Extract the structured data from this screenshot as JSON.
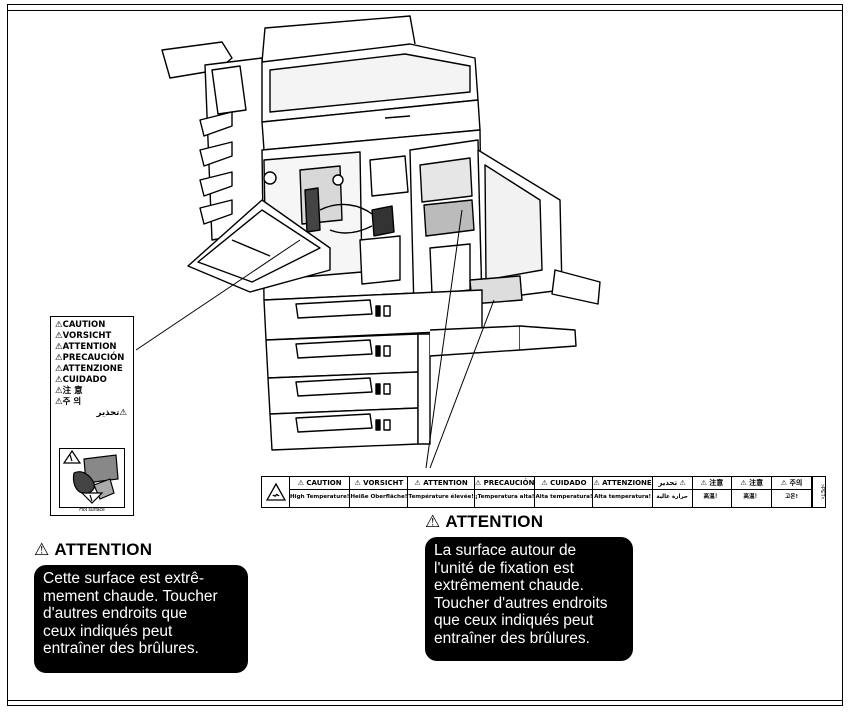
{
  "vertical_label": {
    "lines": [
      "⚠CAUTION",
      "⚠VORSICHT",
      "⚠ATTENTION",
      "⚠PRECAUCIÓN",
      "⚠ATTENZIONE",
      "⚠CUIDADO",
      "⚠注 意",
      "⚠주 의",
      "تحذير⚠"
    ],
    "ref": "Hot surface"
  },
  "horizontal_label": {
    "cells": [
      {
        "top": "⚠ CAUTION",
        "bottom": "High Temperature!"
      },
      {
        "top": "⚠ VORSICHT",
        "bottom": "Heiße Oberfläche!"
      },
      {
        "top": "⚠ ATTENTION",
        "bottom": "Température élevée!"
      },
      {
        "top": "⚠ PRECAUCIÓN",
        "bottom": "¡Temperatura alta!"
      },
      {
        "top": "⚠ CUIDADO",
        "bottom": "Alta temperatura!"
      },
      {
        "top": "⚠ ATTENZIONE",
        "bottom": "Alta temperatura!"
      },
      {
        "top": "تحذير ⚠",
        "bottom": "حرارة عالية"
      },
      {
        "top": "⚠ 注意",
        "bottom": "高温！"
      },
      {
        "top": "⚠ 注意",
        "bottom": "高温！"
      },
      {
        "top": "⚠ 주의",
        "bottom": "고온!"
      }
    ],
    "side": ">PET<"
  },
  "warning_left": {
    "title_prefix": "⚠ ",
    "title": "ATTENTION",
    "text": "Cette surface est extrê-\nmement chaude. Toucher\nd'autres endroits que\nceux indiqués peut\nentraîner des brûlures."
  },
  "warning_right": {
    "title_prefix": "⚠ ",
    "title": "ATTENTION",
    "text": "La surface autour de\nl'unité de fixation est\nextrêmement chaude.\nToucher d'autres endroits\nque ceux indiqués peut\nentraîner des brûlures."
  }
}
